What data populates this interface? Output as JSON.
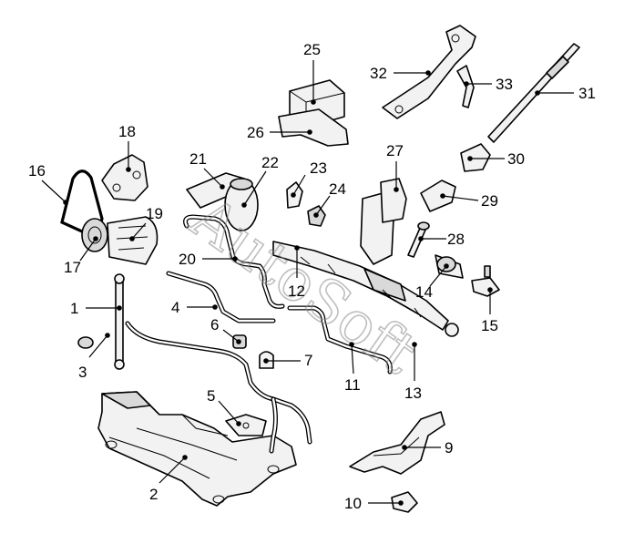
{
  "watermark": "AutoSoft",
  "callouts": [
    {
      "id": "1",
      "label": "1"
    },
    {
      "id": "2",
      "label": "2"
    },
    {
      "id": "3",
      "label": "3"
    },
    {
      "id": "4",
      "label": "4"
    },
    {
      "id": "5",
      "label": "5"
    },
    {
      "id": "6",
      "label": "6"
    },
    {
      "id": "7",
      "label": "7"
    },
    {
      "id": "9",
      "label": "9"
    },
    {
      "id": "10",
      "label": "10"
    },
    {
      "id": "11",
      "label": "11"
    },
    {
      "id": "12",
      "label": "12"
    },
    {
      "id": "13",
      "label": "13"
    },
    {
      "id": "14",
      "label": "14"
    },
    {
      "id": "15",
      "label": "15"
    },
    {
      "id": "16",
      "label": "16"
    },
    {
      "id": "17",
      "label": "17"
    },
    {
      "id": "18",
      "label": "18"
    },
    {
      "id": "19",
      "label": "19"
    },
    {
      "id": "20",
      "label": "20"
    },
    {
      "id": "21",
      "label": "21"
    },
    {
      "id": "22",
      "label": "22"
    },
    {
      "id": "23",
      "label": "23"
    },
    {
      "id": "24",
      "label": "24"
    },
    {
      "id": "25",
      "label": "25"
    },
    {
      "id": "26",
      "label": "26"
    },
    {
      "id": "27",
      "label": "27"
    },
    {
      "id": "28",
      "label": "28"
    },
    {
      "id": "29",
      "label": "29"
    },
    {
      "id": "30",
      "label": "30"
    },
    {
      "id": "31",
      "label": "31"
    },
    {
      "id": "32",
      "label": "32"
    },
    {
      "id": "33",
      "label": "33"
    }
  ]
}
